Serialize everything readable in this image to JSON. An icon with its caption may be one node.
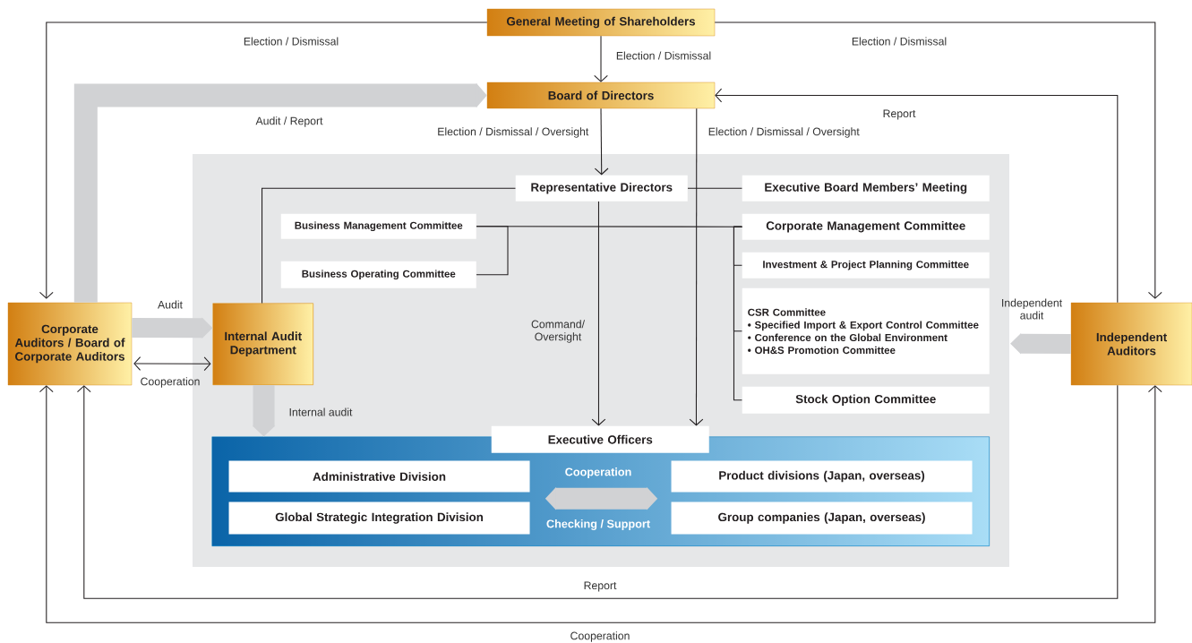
{
  "diagram": {
    "nodes": [
      {
        "text": [
          "General Meeting of Shareholders"
        ]
      },
      {
        "text": [
          "Board of Directors"
        ]
      },
      {
        "text": [],
        "shape": "box"
      },
      {
        "text": [
          "Representative Directors"
        ],
        "in": 2
      },
      {
        "text": [
          "Executive Board Members’ Meeting"
        ],
        "in": 2
      },
      {
        "text": [
          "Business Management Committee"
        ],
        "in": 2
      },
      {
        "text": [
          "Corporate Management Committee"
        ],
        "in": 2
      },
      {
        "text": [
          "Business Operating Committee"
        ],
        "in": 2
      },
      {
        "text": [
          "Investment & Project Planning Committee"
        ],
        "in": 2
      },
      {
        "text": [
          "CSR Committee",
          "• Specified Import & Export Control Committee",
          "• Conference on the Global Environment",
          "• OH&S Promotion Committee"
        ],
        "in": 2
      },
      {
        "text": [
          "Stock Option Committee"
        ],
        "in": 2
      },
      {
        "text": [
          "Corporate Auditors / Board of Corporate Auditors"
        ]
      },
      {
        "text": [
          "Internal Audit Department"
        ],
        "in": 2
      },
      {
        "text": [
          "Independent Auditors"
        ]
      },
      {
        "text": [],
        "shape": "box",
        "in": 2
      },
      {
        "text": [
          "Executive Officers"
        ],
        "in": 2
      },
      {
        "text": [
          "Administrative Division"
        ],
        "in": 14
      },
      {
        "text": [
          "Product divisions (Japan, overseas)"
        ],
        "in": 14
      },
      {
        "text": [
          "Global Strategic Integration Division"
        ],
        "in": 14
      },
      {
        "text": [
          "Group companies (Japan, overseas)"
        ],
        "in": 14
      }
    ],
    "edges": [
      {
        "from": 0,
        "to": 1,
        "arrow": "to",
        "label": "Election / Dismissal"
      },
      {
        "from": 0,
        "to": 11,
        "arrow": "to",
        "label": "Election / Dismissal"
      },
      {
        "from": 0,
        "to": 13,
        "arrow": "to",
        "label": "Election / Dismissal"
      },
      {
        "from": 11,
        "to": 1,
        "arrow": "to",
        "label": "Audit / Report",
        "style": "thick",
        "color": "#d1d2d4"
      },
      {
        "from": 13,
        "to": 1,
        "arrow": "to",
        "label": "Report"
      },
      {
        "from": 1,
        "to": 3,
        "arrow": "to",
        "label": "Election / Dismissal / Oversight"
      },
      {
        "from": 1,
        "to": 15,
        "arrow": "to",
        "label": "Election / Dismissal / Oversight"
      },
      {
        "from": 3,
        "to": 4,
        "arrow": "none"
      },
      {
        "from": 3,
        "to": 12,
        "arrow": "none"
      },
      {
        "from": 3,
        "to": 15,
        "arrow": "to",
        "label": "Command/ Oversight"
      },
      {
        "from": 5,
        "to": 6,
        "arrow": "none"
      },
      {
        "from": 7,
        "to": 5,
        "arrow": "none"
      },
      {
        "from": 6,
        "to": 8,
        "arrow": "none"
      },
      {
        "from": 6,
        "to": 9,
        "arrow": "none"
      },
      {
        "from": 6,
        "to": 10,
        "arrow": "none"
      },
      {
        "from": 11,
        "to": 12,
        "arrow": "both",
        "label": "Cooperation"
      },
      {
        "from": 11,
        "to": 12,
        "arrow": "to",
        "label": "Audit",
        "style": "thick",
        "color": "#d1d2d4"
      },
      {
        "from": 12,
        "to": 14,
        "arrow": "to",
        "label": "Internal audit",
        "style": "thick",
        "color": "#d1d2d4"
      },
      {
        "from": 13,
        "to": 9,
        "arrow": "to",
        "label": "Independent audit",
        "style": "thick",
        "color": "#d1d2d4"
      },
      {
        "from": 16,
        "to": 17,
        "arrow": "both",
        "label": "Cooperation",
        "style": "thick",
        "color": "#d1d2d4"
      },
      {
        "from": 13,
        "to": 11,
        "arrow": "to",
        "label": "Report"
      },
      {
        "from": 11,
        "to": 13,
        "arrow": "both",
        "label": "Cooperation"
      }
    ],
    "labels": [
      "Checking / Support"
    ]
  }
}
